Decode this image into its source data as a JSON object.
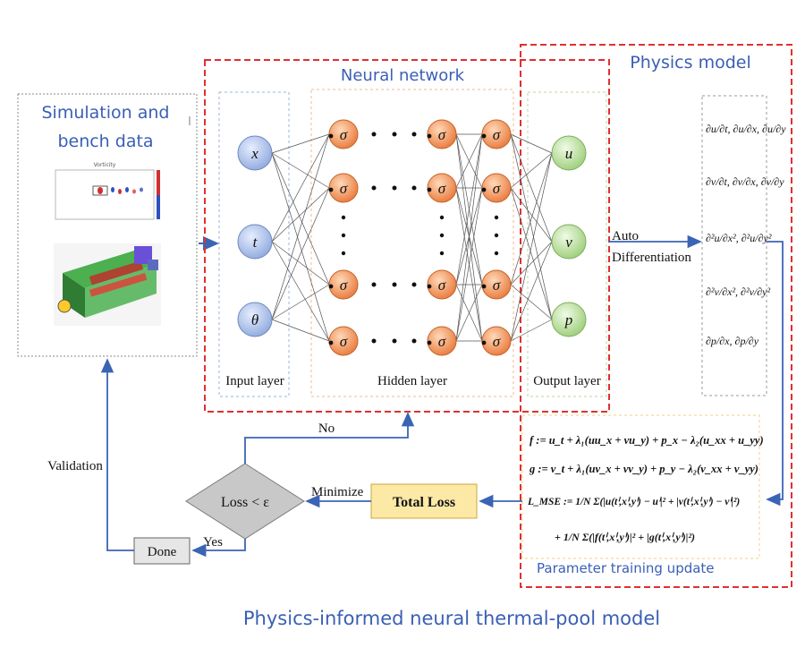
{
  "caption": "Physics-informed neural thermal-pool model",
  "sim_box": {
    "title_line1": "Simulation and",
    "title_line2": "bench data",
    "plot_title": "Vorticity"
  },
  "nn": {
    "title": "Neural network",
    "input_label": "Input layer",
    "hidden_label": "Hidden layer",
    "output_label": "Output layer",
    "inputs": [
      "x",
      "t",
      "θ"
    ],
    "outputs": [
      "u",
      "v",
      "p"
    ],
    "activation": "σ"
  },
  "physics": {
    "title": "Physics model",
    "auto_diff_line1": "Auto",
    "auto_diff_line2": "Differentiation",
    "derivatives": [
      "∂u/∂t, ∂u/∂x, ∂u/∂y",
      "∂v/∂t, ∂v/∂x, ∂v/∂y",
      "∂²u/∂x², ∂²u/∂y²",
      "∂²v/∂x², ∂²v/∂y²",
      "∂p/∂x, ∂p/∂y"
    ],
    "eq_f": "f := u_t + λ₁(uu_x + vu_y) + p_x − λ₂(u_xx + u_yy)",
    "eq_g": "g := v_t + λ₁(uv_x + vv_y) + p_y − λ₂(v_xx + v_yy)",
    "eq_loss1": "L_MSE := 1/N Σ(|u(tⁱ,xⁱ,yⁱ) − uⁱ|² + |v(tⁱ,xⁱ,yⁱ) − vⁱ|²)",
    "eq_loss2": "+ 1/N Σ(|f(tⁱ,xⁱ,yⁱ)|² + |g(tⁱ,xⁱ,yⁱ)|²)",
    "training_label": "Parameter training update"
  },
  "loop": {
    "total_loss": "Total Loss",
    "minimize": "Minimize",
    "decision": "Loss < ε",
    "no": "No",
    "yes": "Yes",
    "done": "Done",
    "validation": "Validation"
  },
  "colors": {
    "red_dash": "#e03030",
    "title_blue": "#3a5fb4",
    "arrow_blue": "#3a64b4",
    "input_node": "#b7c9ea",
    "hidden_node": "#f2a46a",
    "output_node": "#c3e0a6",
    "loss_box": "#fde9a6",
    "decision": "#c8c8c8"
  }
}
